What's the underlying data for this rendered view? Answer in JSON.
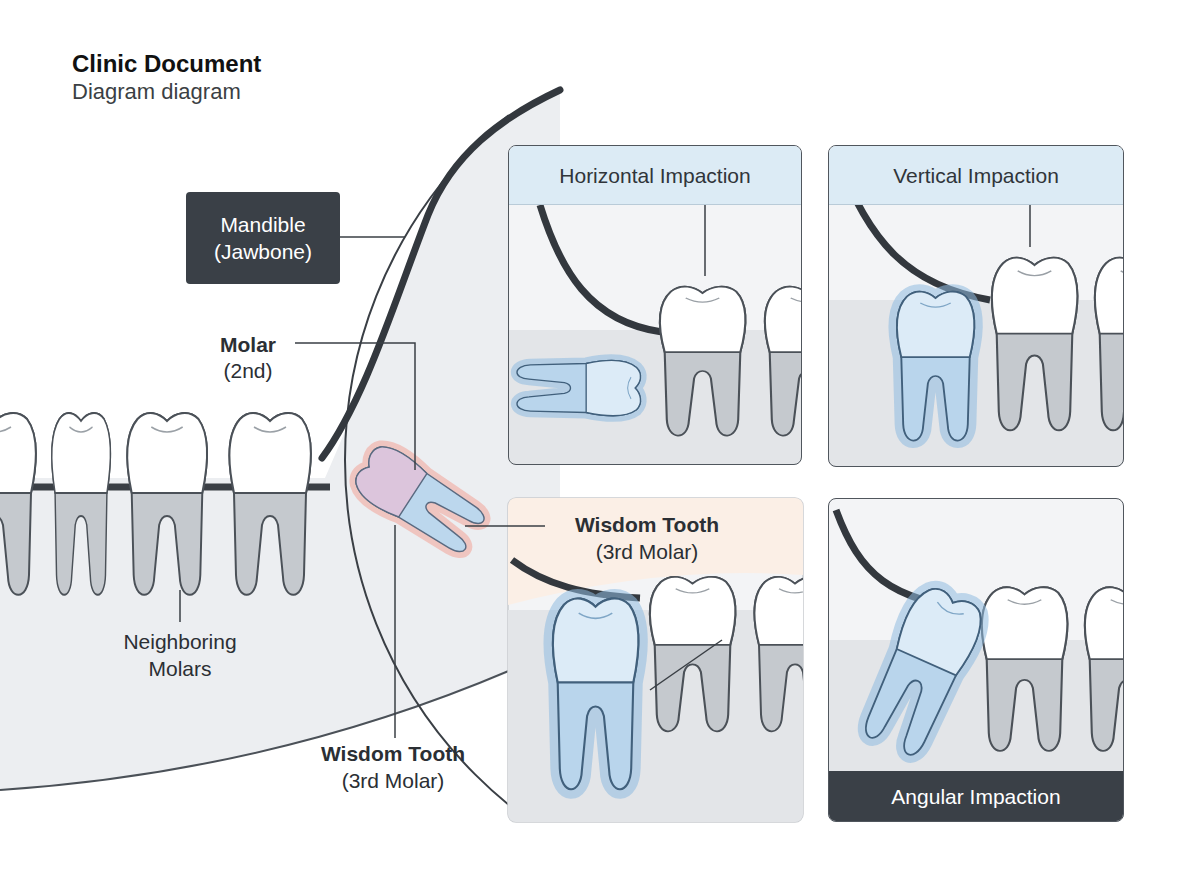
{
  "diagram": {
    "title": "Clinic Document",
    "nodes": [
      {
        "text": [
          "Mandible (Jawbone)"
        ]
      },
      {
        "text": [
          "Horizontal Impaction"
        ]
      },
      {
        "text": [
          "Vertical Impaction"
        ]
      },
      {
        "text": [
          "Angular Impaction"
        ]
      }
    ],
    "labels": [
      "Diagram diagram",
      "Molar",
      "(2nd)",
      "Wisdom Tooth",
      "(3rd Molar)",
      "Neighboring Molars",
      "Wisdom Tooth",
      "(3rd Molar)"
    ]
  }
}
